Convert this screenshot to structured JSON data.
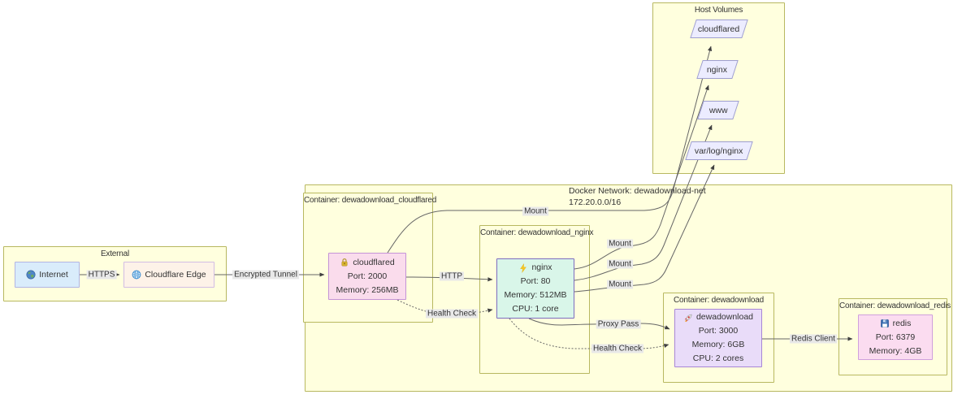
{
  "colors": {
    "cluster_fill": "#ffffde",
    "cluster_border": "#b8b860",
    "edge_stroke": "#666666",
    "edge_label_bg": "#e8e8e8",
    "text": "#333333",
    "internet_fill": "#d9ecfb",
    "cloudflare_edge_fill": "#fdf2e8",
    "cloudflared_fill": "#fadcec",
    "nginx_fill": "#d9f6e9",
    "dewadownload_fill": "#e9dcf9",
    "redis_fill": "#fbdcf0",
    "volume_fill": "#ececff",
    "node_border": "#9370db"
  },
  "external": {
    "title": "External",
    "nodes": {
      "internet": {
        "icon": "globe-earth",
        "label": "Internet"
      },
      "cloudflare": {
        "icon": "globe-meridians",
        "label": "Cloudflare Edge"
      }
    }
  },
  "host_volumes": {
    "title": "Host Volumes",
    "volumes": [
      "cloudflared",
      "nginx",
      "www",
      "var/log/nginx"
    ]
  },
  "network": {
    "title": "Docker Network: dewadownload-net",
    "subnet": "172.20.0.0/16",
    "containers": {
      "cloudflared": {
        "title": "Container: dewadownload_cloudflared",
        "icon": "lock",
        "name": "cloudflared",
        "lines": [
          "Port: 2000",
          "Memory: 256MB"
        ]
      },
      "nginx": {
        "title": "Container: dewadownload_nginx",
        "icon": "lightning",
        "name": "nginx",
        "lines": [
          "Port: 80",
          "Memory: 512MB",
          "CPU: 1 core"
        ]
      },
      "dewadownload": {
        "title": "Container: dewadownload",
        "icon": "rocket",
        "name": "dewadownload",
        "lines": [
          "Port: 3000",
          "Memory: 6GB",
          "CPU: 2 cores"
        ]
      },
      "redis": {
        "title": "Container: dewadownload_redis",
        "icon": "floppy-disk",
        "name": "redis",
        "lines": [
          "Port: 6379",
          "Memory: 4GB"
        ]
      }
    }
  },
  "edges": {
    "https": "HTTPS",
    "tunnel": "Encrypted Tunnel",
    "http": "HTTP",
    "health_check_1": "Health Check",
    "mount_1": "Mount",
    "mount_2": "Mount",
    "mount_3": "Mount",
    "mount_4": "Mount",
    "proxy_pass": "Proxy Pass",
    "health_check_2": "Health Check",
    "redis_client": "Redis Client"
  }
}
